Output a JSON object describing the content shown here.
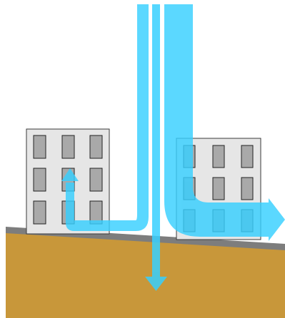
{
  "colors": {
    "background": "#ffffff",
    "ground": "#c8973a",
    "ground_surface": "#7d7d7d",
    "building_fill": "#e6e6e6",
    "building_outline": "#3a3a3a",
    "window": "#a9a9a9",
    "flow_arrow": "#37d0ff",
    "flow_arrow_dark": "#20a9d9"
  },
  "buildings": [
    {
      "name": "left-building",
      "window_rows": 3,
      "window_cols": 3
    },
    {
      "name": "right-building",
      "window_rows": 3,
      "window_cols": 3
    }
  ],
  "icons": {
    "rain_arrow": "arrow-down-icon",
    "runoff_arrow": "arrow-right-icon",
    "updraft_arrow": "arrow-up-icon"
  }
}
